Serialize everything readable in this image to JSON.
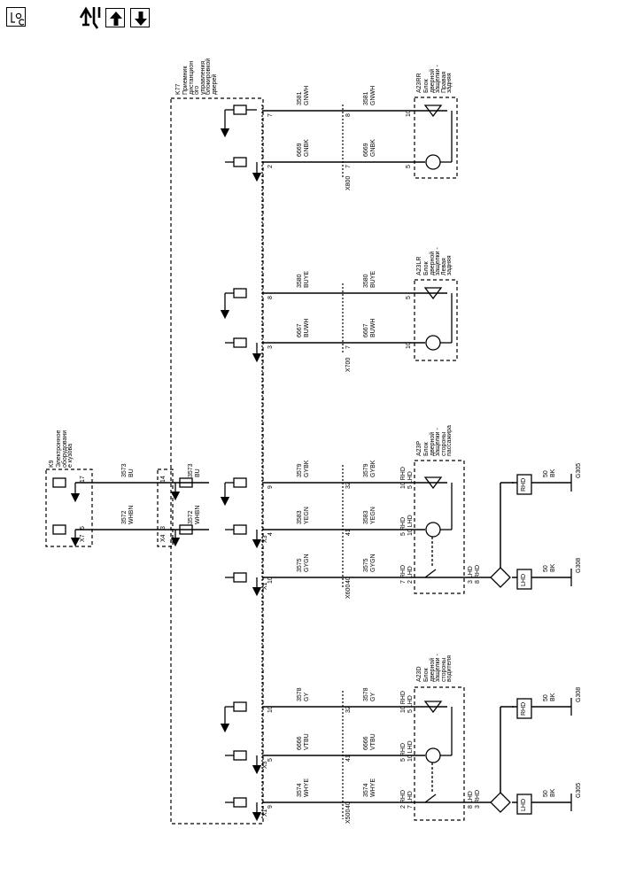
{
  "toolbar": {
    "loc_icon": "location-icon",
    "nav_icon": "navigate-circuit-icon",
    "up_icon": "arrow-up-icon",
    "down_icon": "arrow-down-icon"
  },
  "modules": {
    "k77": {
      "id": "K77",
      "lines": [
        "Приемник",
        "дистанцион",
        "ого",
        "управления",
        "блокировкой",
        "дверей"
      ]
    },
    "k9": {
      "id": "K9",
      "lines": [
        "Электронное",
        "оборудовани",
        "е кузова"
      ]
    },
    "a23rr": {
      "id": "A23RR",
      "lines": [
        "Блок",
        "дверной",
        "защелки -",
        "Правая",
        "задняя"
      ]
    },
    "a23lr": {
      "id": "A23LR",
      "lines": [
        "Блок",
        "дверной",
        "защелки -",
        "Левая",
        "задняя"
      ]
    },
    "a23p": {
      "id": "A23P",
      "lines": [
        "Блок",
        "дверной",
        "защелки -",
        "стороны",
        "пассажира"
      ]
    },
    "a23d": {
      "id": "A23D",
      "lines": [
        "Блок",
        "дверной",
        "защелки -",
        "стороны",
        "водителя"
      ]
    }
  },
  "connectors": {
    "x800": "X800",
    "x700": "X700",
    "x600": "X600",
    "x500": "X500",
    "x1": "X1",
    "x3": "X3",
    "x4": "X4",
    "x7": "X7"
  },
  "wires": {
    "w3581": {
      "num": "3581",
      "color": "GNWH"
    },
    "w6669": {
      "num": "6669",
      "color": "GNBK"
    },
    "w3580": {
      "num": "3580",
      "color": "BUYE"
    },
    "w6667": {
      "num": "6667",
      "color": "BUWH"
    },
    "w3579": {
      "num": "3579",
      "color": "GYBK"
    },
    "w3583": {
      "num": "3583",
      "color": "YEGN"
    },
    "w3575": {
      "num": "3575",
      "color": "GYGN"
    },
    "w3578": {
      "num": "3578",
      "color": "GY"
    },
    "w6666": {
      "num": "6666",
      "color": "VTBU"
    },
    "w3574": {
      "num": "3574",
      "color": "WHYE"
    },
    "w3573": {
      "num": "3573",
      "color": "BU"
    },
    "w3572": {
      "num": "3572",
      "color": "WHBN"
    },
    "w50": {
      "num": "50",
      "color": "BK"
    }
  },
  "pins": {
    "p7": "7",
    "p2": "2",
    "p8": "8",
    "p3": "3",
    "p9": "9",
    "p4": "4",
    "p10": "10",
    "p5": "5",
    "p32": "32",
    "p41": "41",
    "p40": "40",
    "p14": "14",
    "p17": "17",
    "p10_rhd": "10  RHD",
    "p5_lhd": "5  LHD",
    "p5_rhd": "5  RHD",
    "p10_lhd": "10  LHD",
    "p7_rhd": "7  RHD",
    "p2_lhd": "2  LHD",
    "p2_rhd": "2  RHD",
    "p7_lhd": "7  LHD",
    "p3_lhd": "3  LHD",
    "p8_rhd": "8  RHD",
    "p8_lhd": "8  LHD",
    "p3_rhd": "3  RHD"
  },
  "options": {
    "rhd": "RHD",
    "lhd": "LHD"
  },
  "grounds": {
    "g305": "G305",
    "g308": "G308"
  }
}
